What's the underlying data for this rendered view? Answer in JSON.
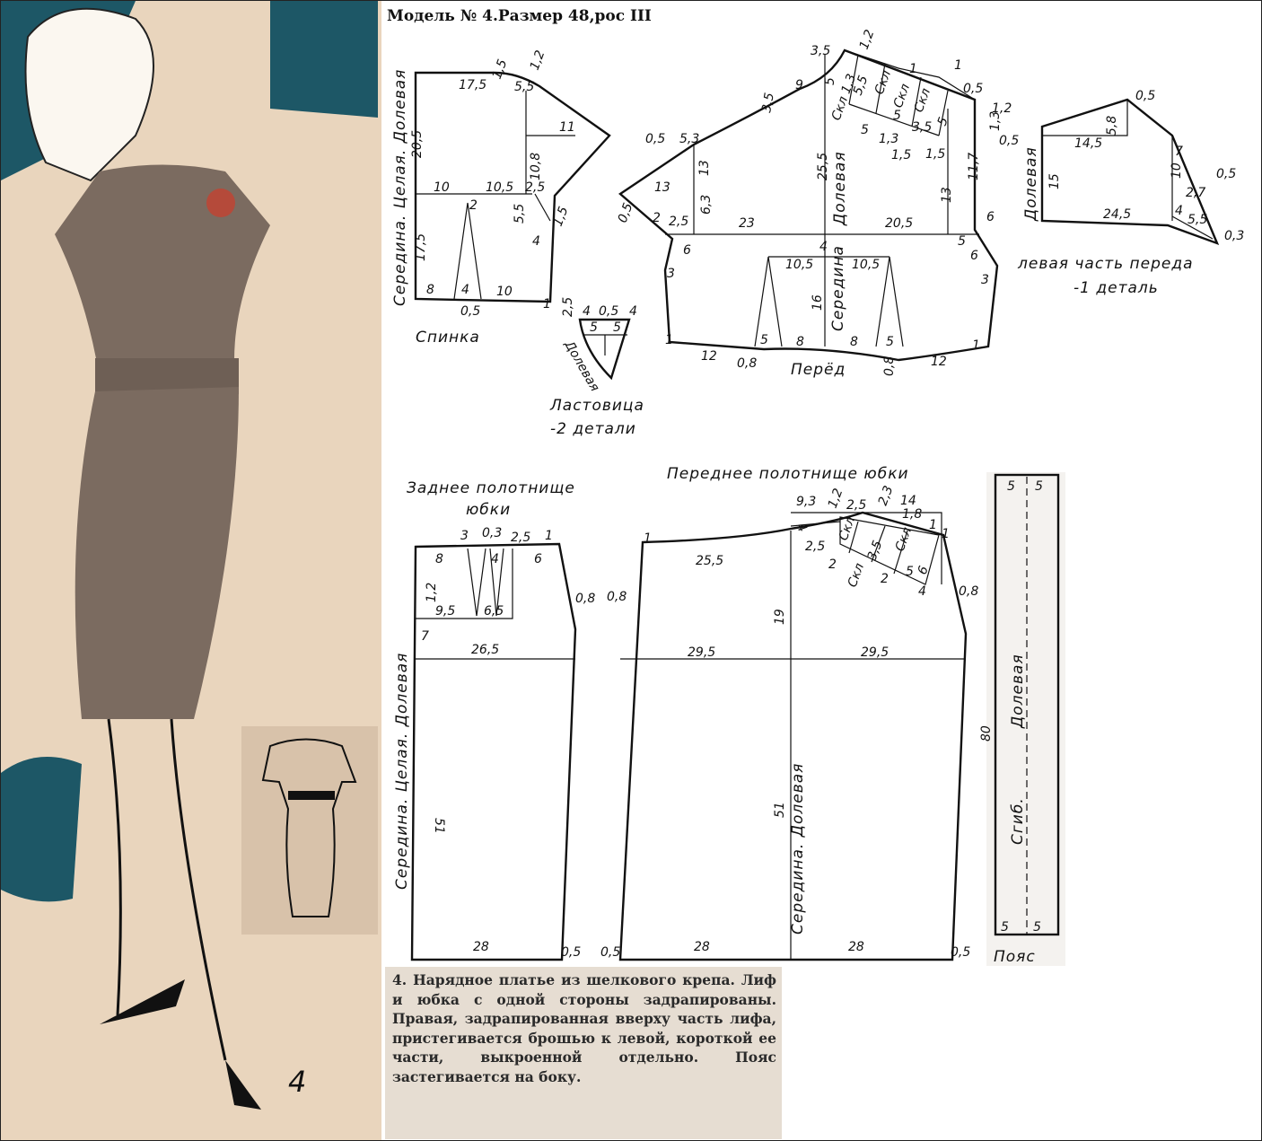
{
  "header": {
    "title": "Модель № 4.Размер 48,рос III"
  },
  "illustration": {
    "model_number": "4"
  },
  "description": "4. Нарядное платье из шелкового крепа. Лиф и юбка с одной стороны задрапированы. Правая, задрапированная вверху часть лифа, пристегивается брошью к левой, короткой ее части, выкроенной отдельно. Пояс застегивается на боку.",
  "pieces": {
    "back_bodice": {
      "name": "Спинка",
      "grain": "Середина. Целая. Долевая",
      "dims": [
        "17,5",
        "1,5",
        "5,5",
        "1,2",
        "20,5",
        "11",
        "10,8",
        "10",
        "10,5",
        "2,5",
        "2",
        "5,5",
        "4",
        "17,5",
        "8",
        "4",
        "10",
        "0,5",
        "1",
        "1,5"
      ]
    },
    "gusset": {
      "name": "Ластовица",
      "count": "-2 детали",
      "grain": "Долевая",
      "dims": [
        "2,5",
        "4",
        "0,5",
        "4",
        "5",
        "5"
      ]
    },
    "front_bodice": {
      "name": "Перёд",
      "grain": "Долевая",
      "center": "Середина",
      "dims": [
        "9",
        "3,5",
        "3,5",
        "5",
        "1,2",
        "0,5",
        "5,3",
        "13",
        "13",
        "0,5",
        "6,3",
        "2",
        "2,5",
        "23",
        "25,5",
        "20,5",
        "13",
        "11,7",
        "6",
        "1,3",
        "0,5",
        "4",
        "5",
        "6",
        "3",
        "6",
        "3",
        "10,5",
        "10,5",
        "16",
        "1",
        "12",
        "0,8",
        "5",
        "8",
        "8",
        "5",
        "0,8",
        "12",
        "1",
        "Скл",
        "5,5",
        "Скл",
        "5",
        "Скл",
        "3,5",
        "5",
        "Скл 1,3",
        "1,3",
        "1,5",
        "1,5",
        "5",
        "0,5",
        "1",
        "1,2",
        "1"
      ]
    },
    "left_front": {
      "name": "левая часть переда",
      "count": "-1 деталь",
      "grain": "Долевая",
      "dims": [
        "0,5",
        "5,8",
        "14,5",
        "7",
        "10",
        "0,5",
        "15",
        "2,7",
        "24,5",
        "4",
        "5,5",
        "0,3"
      ]
    },
    "back_skirt": {
      "name_line1": "Заднее полотнище",
      "name_line2": "юбки",
      "grain": "Середина. Целая. Долевая",
      "dims": [
        "3",
        "0,3",
        "2,5",
        "1",
        "8",
        "4",
        "6",
        "1,2",
        "9,5",
        "6,5",
        "7",
        "26,5",
        "0,8",
        "51",
        "28",
        "0,5"
      ]
    },
    "front_skirt": {
      "name": "Переднее полотнище юбки",
      "grain": "Середина. Долевая",
      "dims": [
        "1",
        "25,5",
        "19",
        "29,5",
        "29,5",
        "0,8",
        "0,8",
        "51",
        "28",
        "28",
        "0,5",
        "0,5",
        "9,3",
        "1,2",
        "2,5",
        "2,3",
        "14",
        "4",
        "2,5",
        "Скл",
        "3,5",
        "Скл",
        "5",
        "6",
        "2",
        "Скл",
        "2",
        "4",
        "1",
        "1",
        "1,8"
      ]
    },
    "belt": {
      "name": "Пояс",
      "grain": "Долевая",
      "fold": "Сгиб.",
      "dims": [
        "5",
        "5",
        "80",
        "5",
        "5"
      ]
    }
  },
  "colors": {
    "teal": "#1d5766",
    "paper": "#e9d5bd",
    "dress": "#7b6b60",
    "ink": "#111111"
  }
}
